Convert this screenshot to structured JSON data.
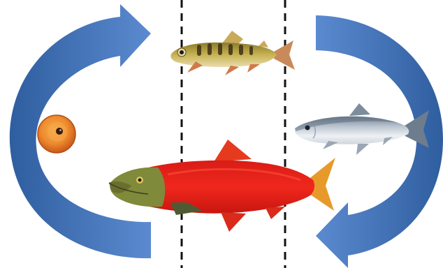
{
  "diagram": {
    "type": "life-cycle",
    "stages": [
      {
        "id": "egg",
        "icon": "egg-icon"
      },
      {
        "id": "juvenile",
        "icon": "juvenile-fish-icon"
      },
      {
        "id": "ocean-adult",
        "icon": "silver-salmon-icon"
      },
      {
        "id": "spawning-adult",
        "icon": "red-spawning-salmon-icon"
      }
    ],
    "dividers": 2
  },
  "colors": {
    "arrow": "#3d6fb5",
    "arrow_light": "#5b8ad0",
    "spawner_body": "#e8241c",
    "spawner_head": "#7d8a3a",
    "juvenile_body": "#b6a23d",
    "juvenile_bar": "#3e2f18",
    "silver_body": "#dfe4ea",
    "silver_back": "#7e8d9c",
    "egg_outer": "#e8782a",
    "egg_inner": "#f4a23d",
    "divider": "#111111"
  }
}
